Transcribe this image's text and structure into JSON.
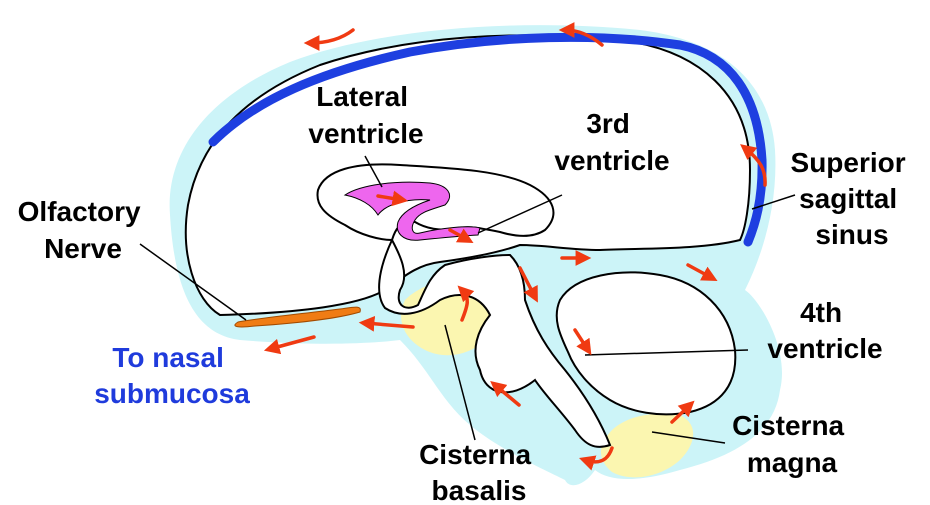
{
  "labels": {
    "lateral_ventricle": [
      "Lateral",
      "ventricle"
    ],
    "third_ventricle": [
      "3rd",
      "ventricle"
    ],
    "superior_sagittal_sinus": [
      "Superior",
      "sagittal",
      "sinus"
    ],
    "olfactory_nerve": [
      "Olfactory",
      "Nerve"
    ],
    "to_nasal_submucosa": [
      "To nasal",
      "submucosa"
    ],
    "fourth_ventricle": [
      "4th",
      "ventricle"
    ],
    "cisterna_magna": [
      "Cisterna",
      "magna"
    ],
    "cisterna_basalis": [
      "Cisterna",
      "basalis"
    ]
  },
  "colors": {
    "csf_space": "#ccf4f8",
    "sinus": "#1e3fe0",
    "ventricle": "#ee66ee",
    "cistern": "#fbf6b0",
    "flow_arrow": "#f03a12",
    "olfactory": "#f07c14",
    "nasal_label": "#1f3bdc"
  },
  "icons": {
    "flow": "red-arrow-icon"
  }
}
